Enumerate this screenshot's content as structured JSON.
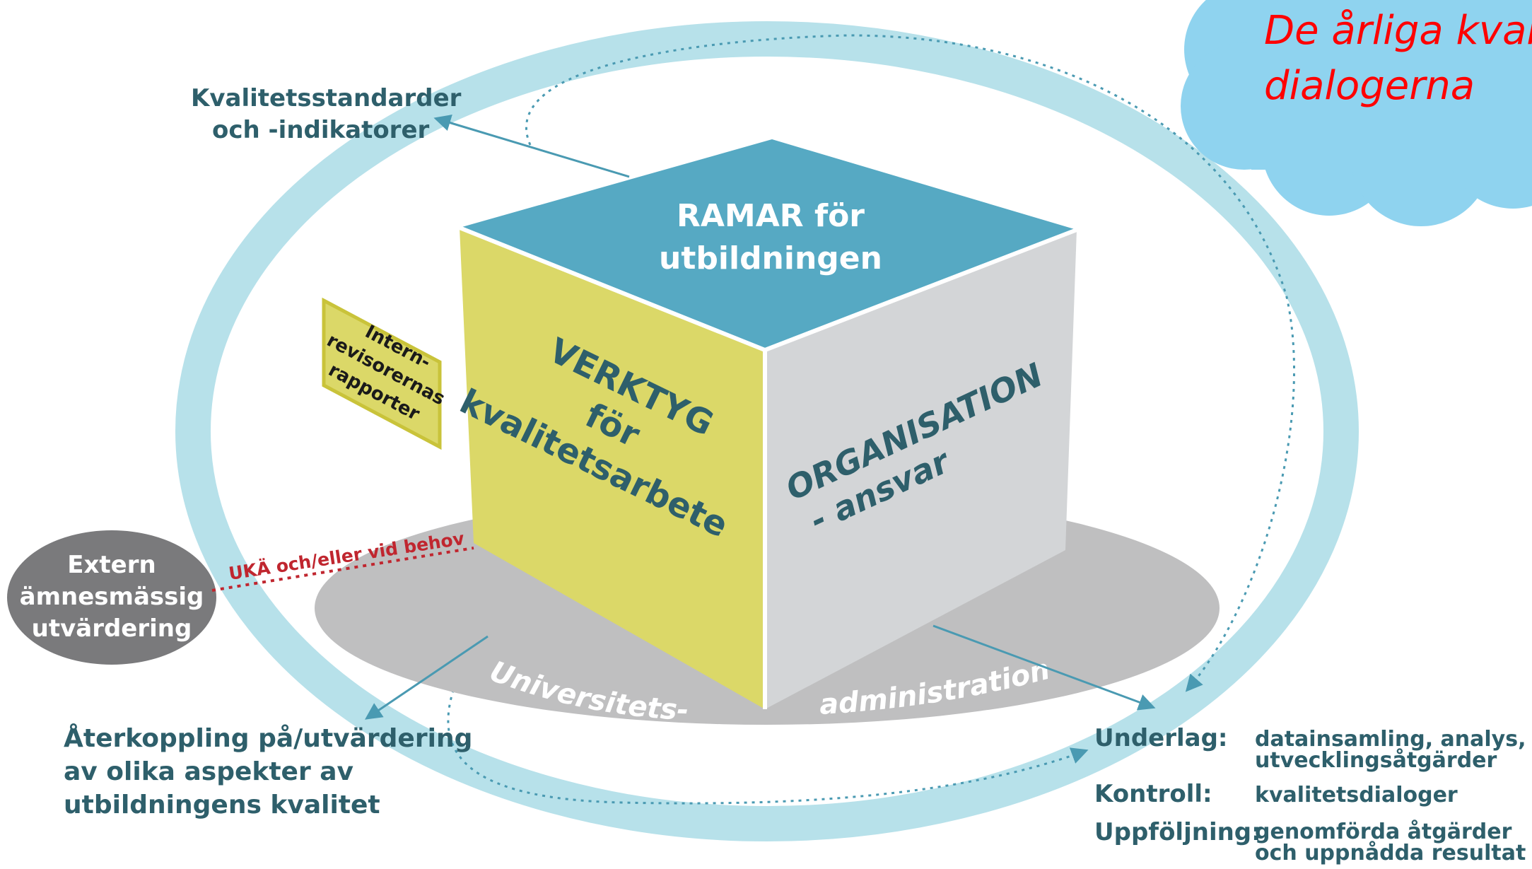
{
  "cloud": {
    "line1": "De årliga kvali",
    "line2": "dialogerna"
  },
  "standards": {
    "line1": "Kvalitetsstandarder",
    "line2": "och -indikatorer"
  },
  "cube": {
    "top_line1": "RAMAR för",
    "top_line2": "utbildningen",
    "left_line1": "VERKTYG",
    "left_line2": "för",
    "left_line3": "kvalitetsarbete",
    "right_line1": "ORGANISATION",
    "right_line2": "- ansvar"
  },
  "note": {
    "line1": "Intern-",
    "line2": "revisorernas",
    "line3": "rapporter"
  },
  "external": {
    "line1": "Extern",
    "line2": "ämnesmässig",
    "line3": "utvärdering"
  },
  "uka_label": "UKÄ och/eller vid behov",
  "base": {
    "left": "Universitets-",
    "right": "administrationen"
  },
  "feedback": {
    "line1": "Återkoppling på/utvärdering",
    "line2": "av olika aspekter av",
    "line3": "utbildningens kvalitet"
  },
  "legend": {
    "underlag_key": "Underlag:",
    "underlag_val1": "datainsamling, analys,",
    "underlag_val2": "utvecklingsåtgärder",
    "kontroll_key": "Kontroll:",
    "kontroll_val": "kvalitetsdialoger",
    "uppfoljning_key": "Uppföljning:",
    "uppfoljning_val1": "genomförda åtgärder",
    "uppfoljning_val2": "och uppnådda resultat"
  },
  "colors": {
    "ring": "#b7e1ea",
    "cube_top": "#56a9c3",
    "cube_left": "#dbd868",
    "cube_right": "#d3d5d7",
    "base_ellipse": "#bfbfc0",
    "cloud": "#8fd3ef",
    "accent_red": "#ff0000",
    "dark_text": "#2e5f6b",
    "arrow": "#4a9ab2"
  }
}
